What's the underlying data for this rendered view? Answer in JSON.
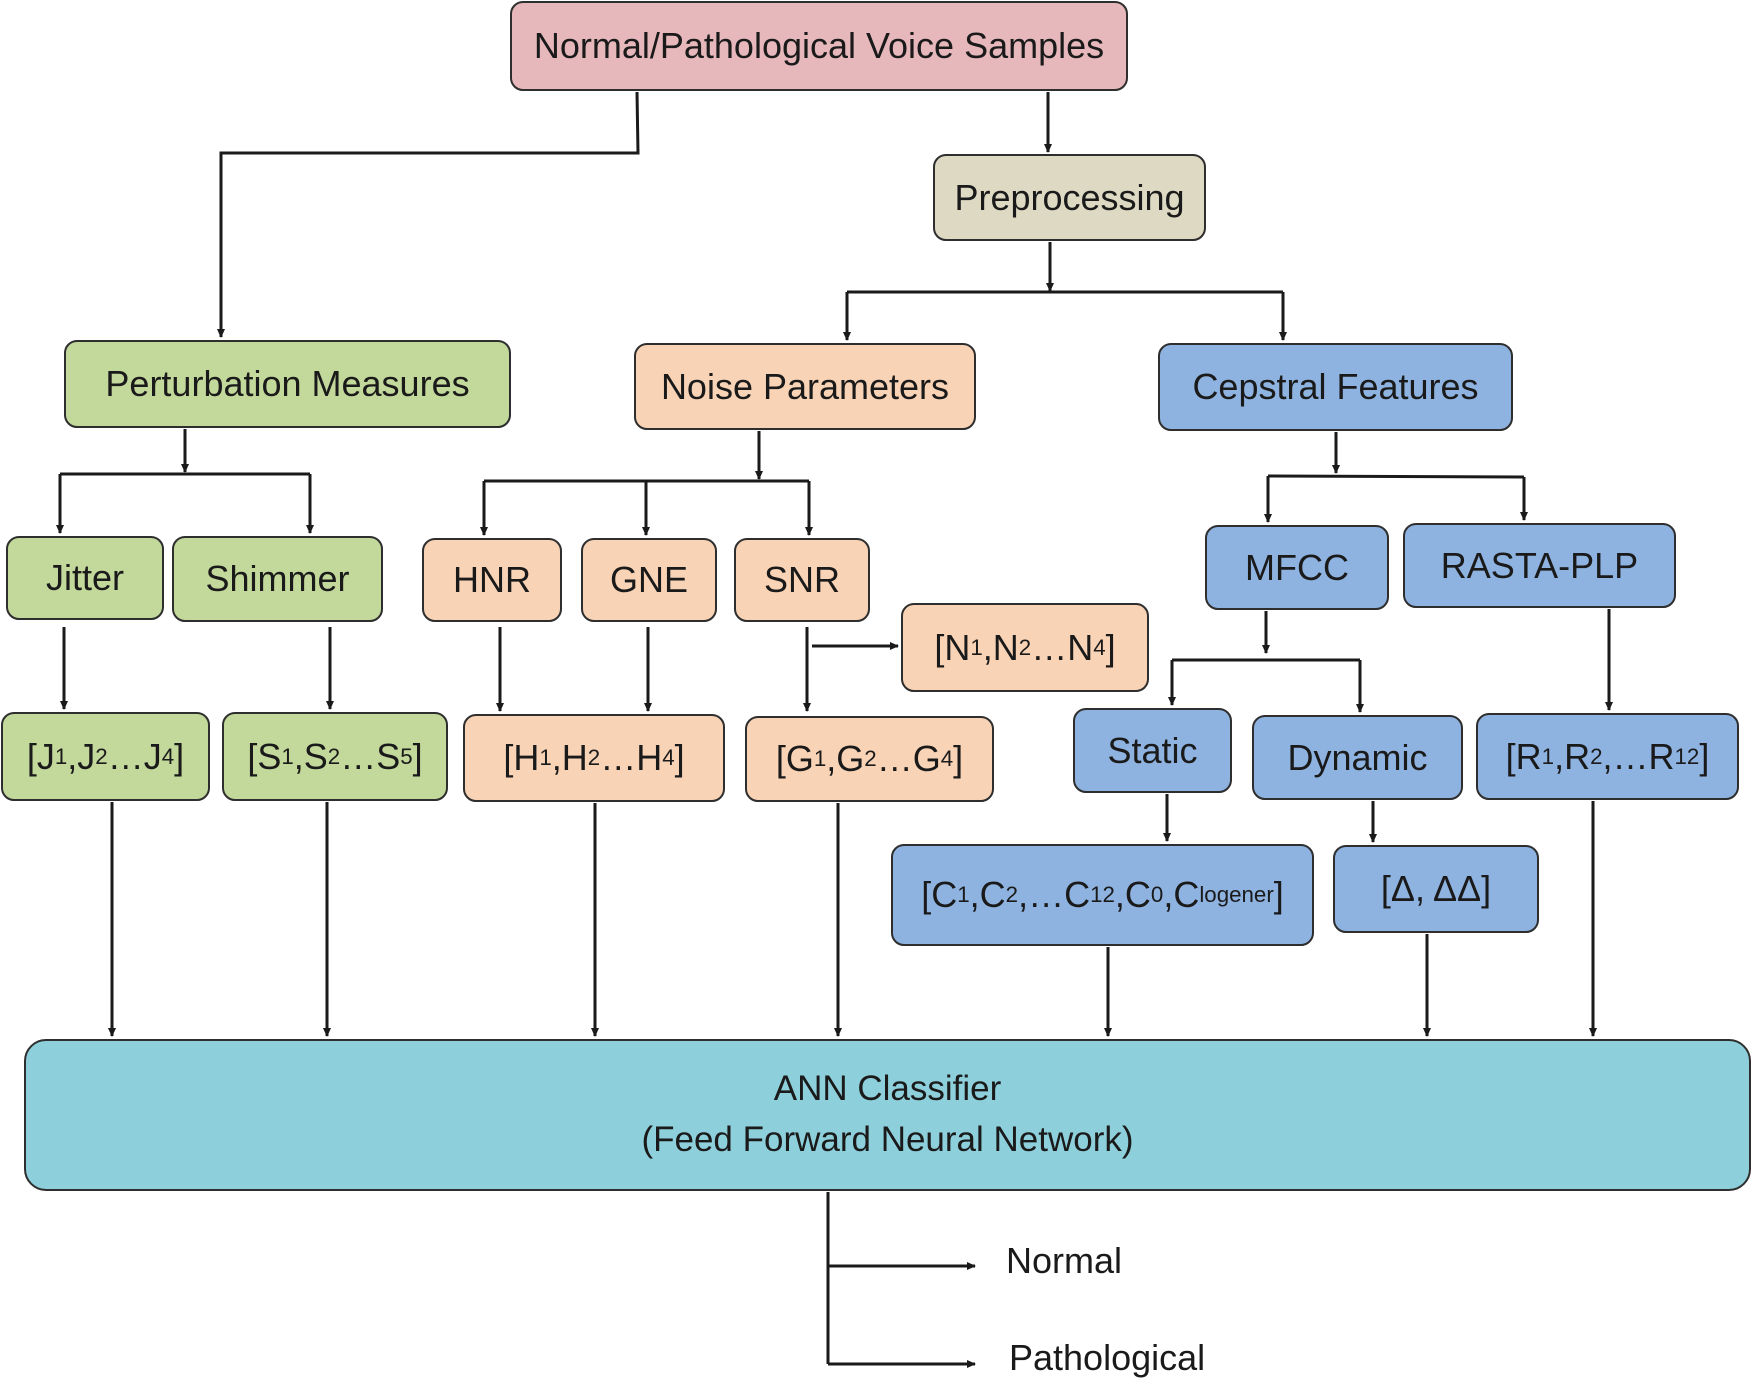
{
  "nodes": {
    "samples": "Normal/Pathological Voice Samples",
    "preprocessing": "Preprocessing",
    "perturbation": "Perturbation Measures",
    "noise": "Noise Parameters",
    "cepstral": "Cepstral Features",
    "jitter": "Jitter",
    "shimmer": "Shimmer",
    "hnr": "HNR",
    "gne": "GNE",
    "snr": "SNR",
    "mfcc": "MFCC",
    "rasta": "RASTA-PLP",
    "static": "Static",
    "dynamic": "Dynamic"
  },
  "vectors": {
    "jitter": [
      [
        "J",
        "1"
      ],
      [
        ",J",
        "2"
      ],
      [
        "…J",
        "4"
      ]
    ],
    "shimmer": [
      [
        "S",
        "1"
      ],
      [
        ",S",
        "2"
      ],
      [
        "…S",
        "5"
      ]
    ],
    "hnr": [
      [
        "H",
        "1"
      ],
      [
        ",H",
        "2"
      ],
      [
        "…H",
        "4"
      ]
    ],
    "gne": [
      [
        "G",
        "1"
      ],
      [
        ",G",
        "2"
      ],
      [
        "…G",
        "4"
      ]
    ],
    "snr": [
      [
        "N",
        "1"
      ],
      [
        ",N",
        "2"
      ],
      [
        "…N",
        "4"
      ]
    ],
    "static": [
      [
        "C",
        "1"
      ],
      [
        ",C",
        "2"
      ],
      [
        ",…C",
        "12"
      ],
      [
        ",C",
        "0"
      ],
      [
        ",C",
        "logener"
      ]
    ],
    "dynamic": "[Δ, ΔΔ]",
    "rasta": [
      [
        "R",
        "1"
      ],
      [
        ",R",
        "2"
      ],
      [
        ",…R",
        "12"
      ]
    ]
  },
  "classifier": {
    "line1": "ANN Classifier",
    "line2": "(Feed Forward Neural Network)"
  },
  "outputs": {
    "normal": "Normal",
    "pathological": "Pathological"
  },
  "colors": {
    "samples": "#e6b8bb",
    "preprocessing": "#ddd9c3",
    "perturbation": "#c3d89b",
    "noise": "#f9d3b6",
    "cepstral": "#8eb3e0",
    "classifier": "#8ecfdc",
    "line": "#1a1a1a"
  }
}
